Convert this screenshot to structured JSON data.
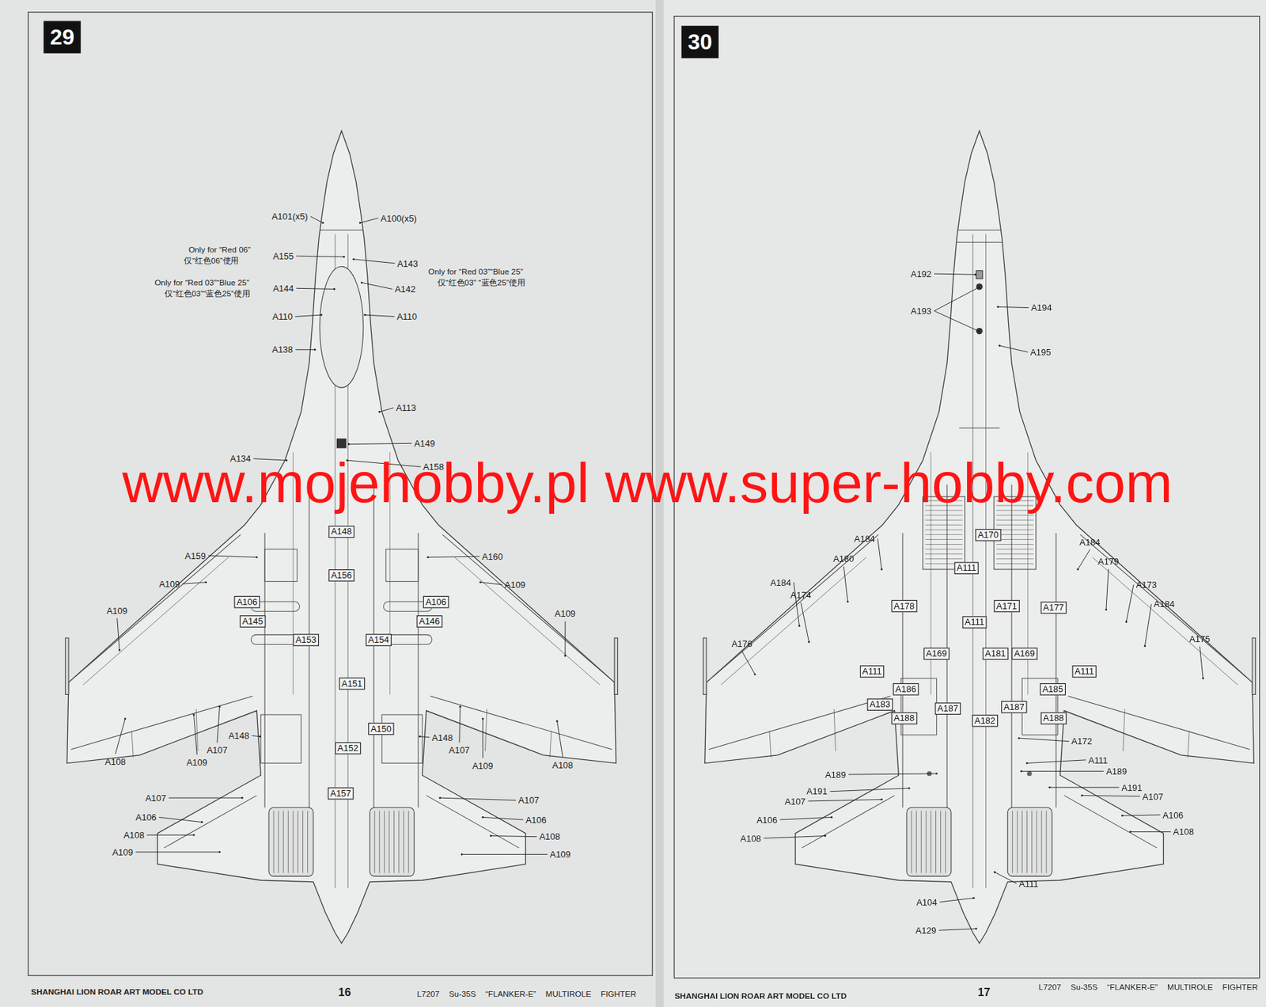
{
  "diagram": {
    "nodes": [
      {
        "text": [
          "29"
        ]
      },
      {
        "text": [
          "A148"
        ]
      },
      {
        "text": [
          "A156"
        ]
      },
      {
        "text": [
          "A106"
        ]
      },
      {
        "text": [
          "A106"
        ]
      },
      {
        "text": [
          "A145"
        ]
      },
      {
        "text": [
          "A146"
        ]
      },
      {
        "text": [
          "A153"
        ]
      },
      {
        "text": [
          "A154"
        ]
      },
      {
        "text": [
          "A151"
        ]
      },
      {
        "text": [
          "A150"
        ]
      },
      {
        "text": [
          "A152"
        ]
      },
      {
        "text": [
          "A157"
        ]
      },
      {
        "text": [
          "30"
        ]
      },
      {
        "text": [
          "A170"
        ]
      },
      {
        "text": [
          "A111"
        ]
      },
      {
        "text": [
          "A178"
        ]
      },
      {
        "text": [
          "A171"
        ]
      },
      {
        "text": [
          "A177"
        ]
      },
      {
        "text": [
          "A111"
        ]
      },
      {
        "text": [
          "A169"
        ]
      },
      {
        "text": [
          "A181"
        ]
      },
      {
        "text": [
          "A169"
        ]
      },
      {
        "text": [
          "A111"
        ]
      },
      {
        "text": [
          "A111"
        ]
      },
      {
        "text": [
          "A186"
        ]
      },
      {
        "text": [
          "A185"
        ]
      },
      {
        "text": [
          "A183"
        ]
      },
      {
        "text": [
          "A187"
        ]
      },
      {
        "text": [
          "A187"
        ]
      },
      {
        "text": [
          "A188"
        ]
      },
      {
        "text": [
          "A182"
        ]
      },
      {
        "text": [
          "A188"
        ]
      }
    ],
    "labels": [
      "A101(x5)",
      "A100(x5)",
      "Only for “Red 06”",
      "仅“红色06”使用",
      "A155",
      "A143",
      "Only for “Red 03”“Blue 25”",
      "仅“红色03”“蓝色25”使用",
      "A144",
      "A142",
      "Only for “Red 03”“Blue 25”",
      "仅“红色03” “蓝色25”使用",
      "A110",
      "A110",
      "A138",
      "A113",
      "A149",
      "A134",
      "A158",
      "A159",
      "A160",
      "A109",
      "A109",
      "A109",
      "A109",
      "A148",
      "A148",
      "A107",
      "A107",
      "A108",
      "A109",
      "A109",
      "A108",
      "A107",
      "A107",
      "A106",
      "A106",
      "A108",
      "A108",
      "A109",
      "A109",
      "SHANGHAI LION ROAR ART MODEL CO LTD",
      "16",
      "L7207 Su-35S “FLANKER-E” MULTIROLE FIGHTER",
      "A192",
      "A193",
      "A194",
      "A195",
      "A184",
      "A184",
      "A180",
      "A179",
      "A184",
      "A174",
      "A173",
      "A184",
      "A176",
      "A175",
      "A172",
      "A111",
      "A189",
      "A189",
      "A191",
      "A191",
      "A107",
      "A107",
      "A106",
      "A106",
      "A108",
      "A108",
      "A111",
      "A104",
      "A129",
      "SHANGHAI LION ROAR ART MODEL CO LTD",
      "17",
      "L7207 Su-35S “FLANKER-E” MULTIROLE FIGHTER",
      "www.mojehobby.pl www.super-hobby.com"
    ]
  }
}
